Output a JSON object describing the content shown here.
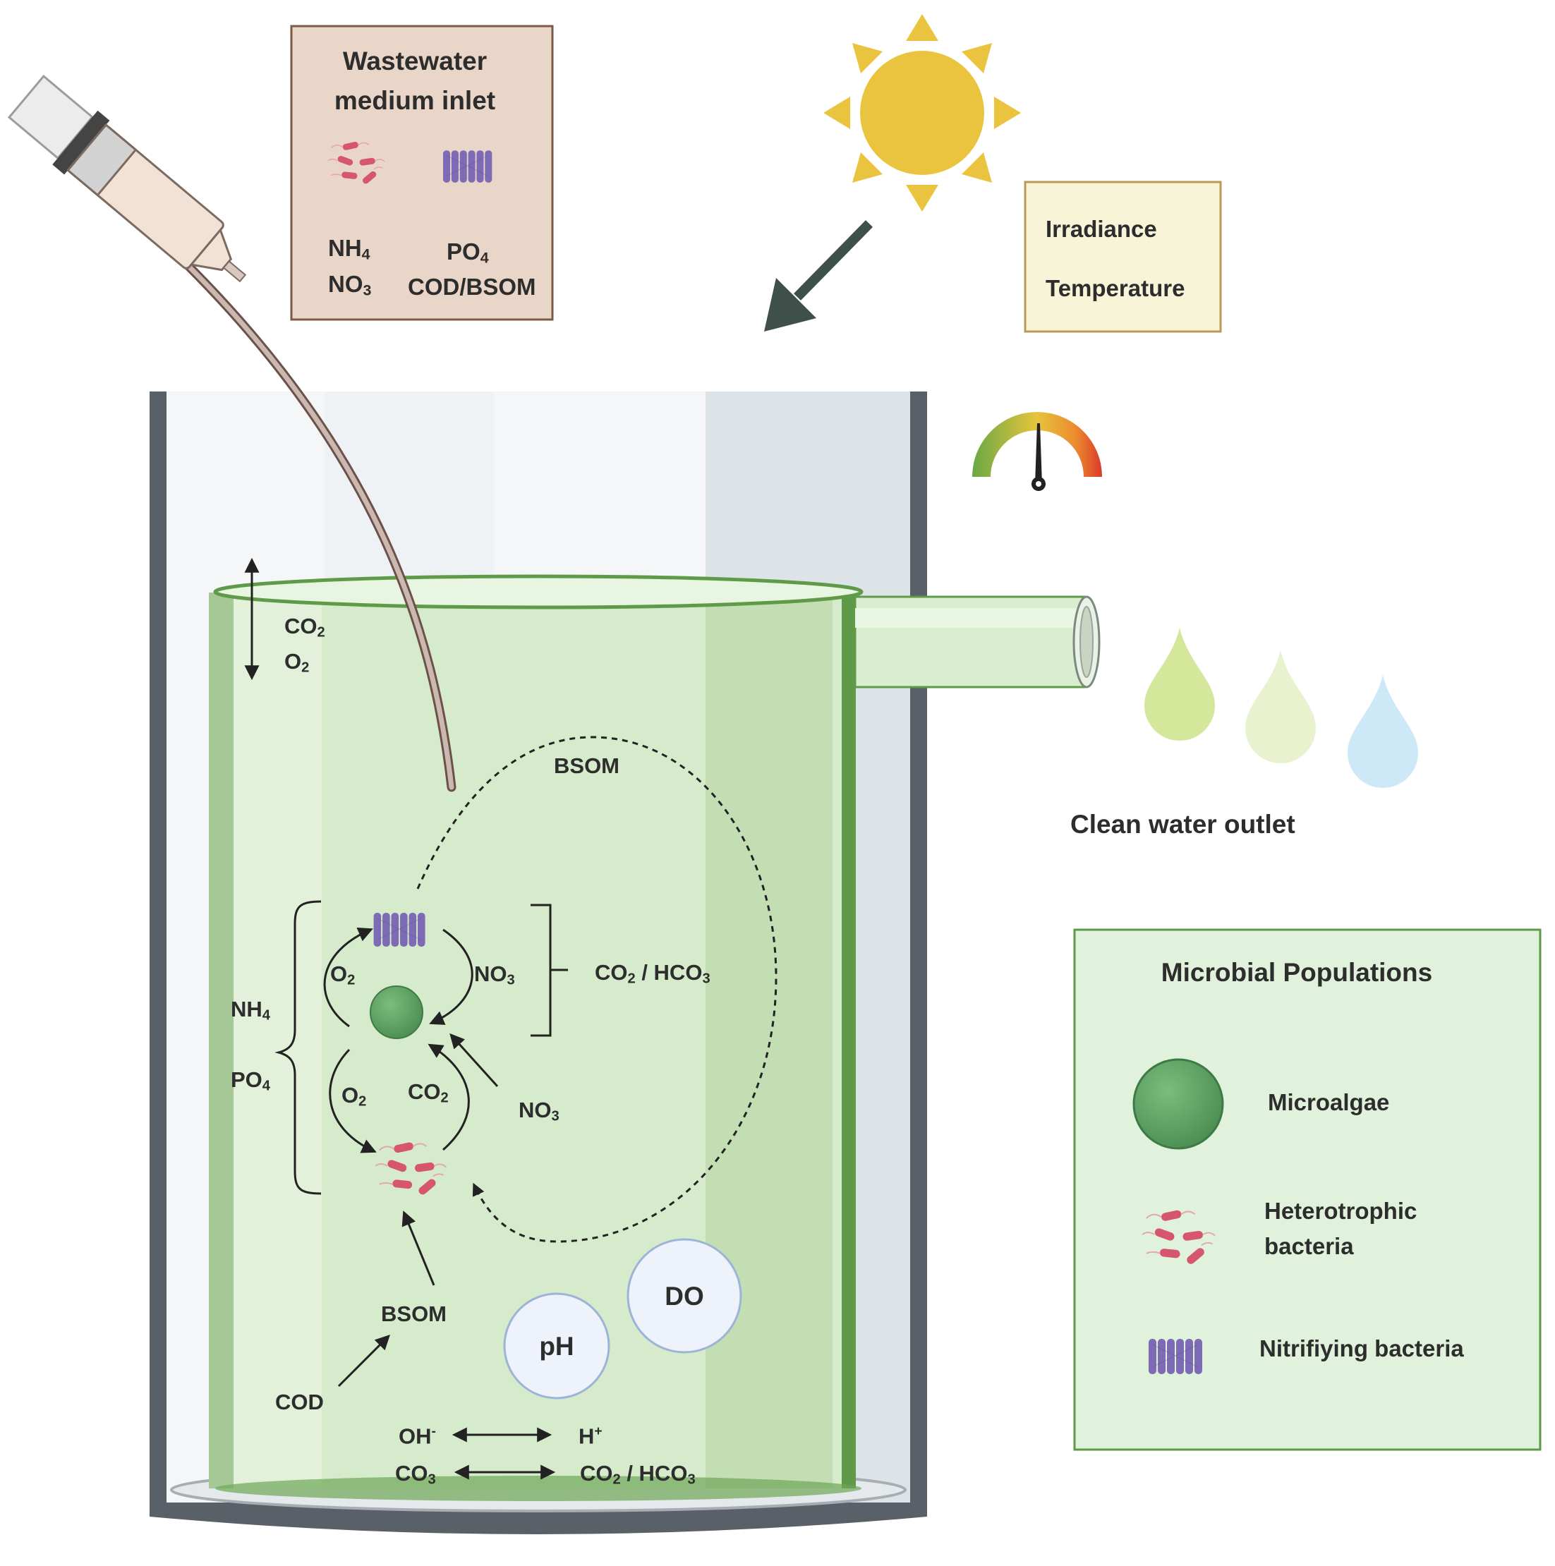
{
  "inlet_box": {
    "title_line1": "Wastewater",
    "title_line2": "medium inlet",
    "nh4": "NH",
    "nh4_sub": "4",
    "no3": "NO",
    "no3_sub": "3",
    "po4": "PO",
    "po4_sub": "4",
    "cod_bsom": "COD/BSOM"
  },
  "conditions_box": {
    "irradiance": "Irradiance",
    "temperature": "Temperature"
  },
  "outlet": {
    "label": "Clean water outlet"
  },
  "reactor": {
    "gas_exchange": {
      "co2": "CO",
      "co2_sub": "2",
      "o2": "O",
      "o2_sub": "2"
    },
    "bsom_top": "BSOM",
    "o2_upper": {
      "text": "O",
      "sub": "2"
    },
    "no3_upper": {
      "text": "NO",
      "sub": "3"
    },
    "co2_hco3_right": {
      "a": "CO",
      "a_sub": "2",
      "b": " / HCO",
      "b_sub": "3"
    },
    "nh4": {
      "text": "NH",
      "sub": "4"
    },
    "po4": {
      "text": "PO",
      "sub": "4"
    },
    "o2_lower": {
      "text": "O",
      "sub": "2"
    },
    "co2_lower": {
      "text": "CO",
      "sub": "2"
    },
    "no3_lower": {
      "text": "NO",
      "sub": "3"
    },
    "bsom_bottom": "BSOM",
    "cod": "COD",
    "ph": "pH",
    "do": "DO",
    "eq1_left": {
      "text": "OH",
      "sup": "-"
    },
    "eq1_right": {
      "text": "H",
      "sup": "+"
    },
    "eq2_left": {
      "text": "CO",
      "sub": "3"
    },
    "eq2_right": {
      "a": "CO",
      "a_sub": "2",
      "b": " / HCO",
      "b_sub": "3"
    }
  },
  "legend": {
    "title": "Microbial Populations",
    "items": [
      {
        "icon": "microalgae-icon",
        "label_line1": "Microalgae",
        "label_line2": ""
      },
      {
        "icon": "heterotrophic-bacteria-icon",
        "label_line1": "Heterotrophic",
        "label_line2": "bacteria"
      },
      {
        "icon": "nitrifying-bacteria-icon",
        "label_line1": "Nitrifiying bacteria",
        "label_line2": ""
      }
    ]
  },
  "colors": {
    "sun": "#ebc43f",
    "arrow_dark": "#3f4f4a",
    "liquid": "#d8ebcd",
    "liquid_edge": "#5e9a48",
    "microalgae": "#64a468",
    "heterotrophic": "#d6566e",
    "nitrifying": "#7d6bb5",
    "inlet_box_fill": "#e9d6c9",
    "inlet_box_stroke": "#7c5a45",
    "conditions_fill": "#f7f4d7",
    "conditions_stroke": "#b89a56",
    "legend_fill": "#e0f2db",
    "legend_stroke": "#5e9a48",
    "drop1": "#d5e79a",
    "drop2": "#e9f2cf",
    "drop3": "#cde8f6"
  }
}
